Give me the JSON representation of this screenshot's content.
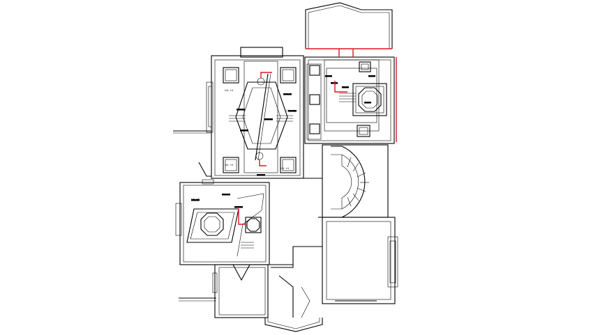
{
  "drawing": {
    "background": "#ffffff",
    "line_color": "#000000",
    "accent_color": "#e0141e",
    "ceiling_labels": [
      "LVL +0",
      "LVL +0",
      "LVL +0",
      "LVL +0",
      "LVL +0"
    ]
  }
}
